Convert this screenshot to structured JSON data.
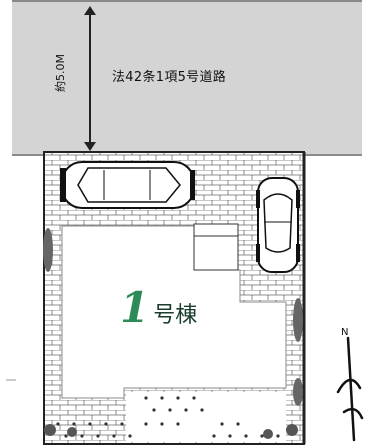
{
  "road": {
    "label": "法42条1項5号道路",
    "width_label": "約5.0M"
  },
  "house": {
    "number": "1",
    "name": "号棟"
  },
  "compass": {
    "north": "N"
  },
  "colors": {
    "road": "#d4d4d4",
    "house_number": "#2e8b57",
    "lot_outline": "#222222"
  },
  "icons": [
    "sedan-car-icon",
    "compact-car-icon",
    "north-arrow-icon",
    "shrub-icon"
  ]
}
